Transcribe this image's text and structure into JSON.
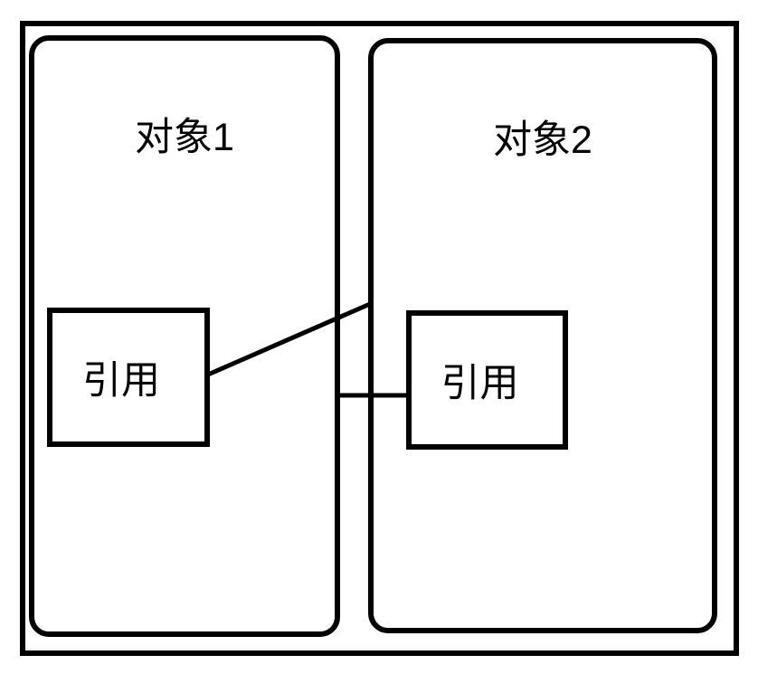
{
  "diagram": {
    "object1": {
      "label": "对象1",
      "reference_label": "引用"
    },
    "object2": {
      "label": "对象2",
      "reference_label": "引用"
    },
    "colors": {
      "stroke": "#000000",
      "background": "#ffffff"
    }
  }
}
